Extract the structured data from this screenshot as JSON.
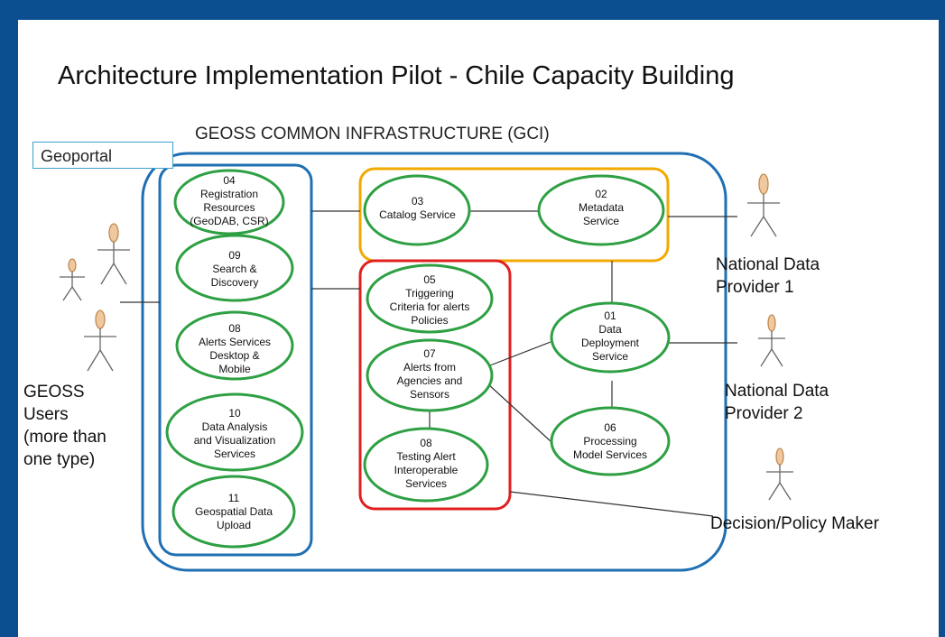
{
  "title": "Architecture Implementation Pilot - Chile Capacity Building",
  "gci_label": "GEOSS COMMON INFRASTRUCTURE (GCI)",
  "geoportal_label": "Geoportal",
  "nodes": {
    "n04_registration": "04\nRegistration\nResources\n(GeoDAB, CSR)",
    "n09_search": "09\nSearch &\nDiscovery",
    "n08_alerts_services": "08\nAlerts Services\nDesktop &\nMobile",
    "n10_data_analysis": "10\nData  Analysis\nand Visualization\nServices",
    "n11_upload": "11\nGeospatial Data\nUpload",
    "n03_catalog": "03\nCatalog Service",
    "n02_metadata": "02\nMetadata\nService",
    "n05_triggering": "05\nTriggering\nCriteria for alerts\nPolicies",
    "n07_alerts_agencies": "07\nAlerts from\nAgencies and\nSensors",
    "n08_testing": "08\nTesting Alert\nInteroperable\nServices",
    "n01_deployment": "01\nData\nDeployment\nService",
    "n06_processing": "06\nProcessing\nModel Services"
  },
  "actors": {
    "users": "GEOSS\nUsers\n(more than\none type)",
    "provider1": "National Data\nProvider 1",
    "provider2": "National Data\nProvider 2",
    "decision_maker": "Decision/Policy Maker"
  },
  "colors": {
    "frame": "#0b4f91",
    "ellipse_stroke": "#2ea043",
    "blue_group": "#1f6fb2",
    "outer_gci": "#1f6fb2",
    "yellow_group": "#f2a900",
    "red_group": "#e02020",
    "actor_head": "#f0c8a0"
  }
}
